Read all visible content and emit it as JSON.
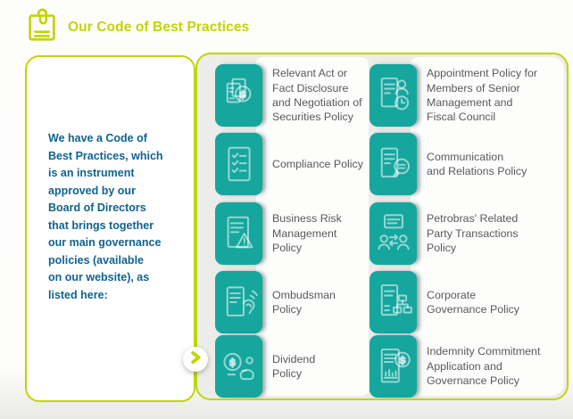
{
  "header": {
    "title": "Our Code of Best Practices",
    "icon": "clipboard-icon"
  },
  "intro": {
    "lines": [
      "We have a Code of",
      "Best Practices, which",
      "is an instrument",
      "approved by our",
      "Board of Directors",
      "that brings together",
      "our main governance",
      "policies (available",
      "on our website), as",
      "listed here:"
    ]
  },
  "chevron": {
    "icon": "chevron-right-icon"
  },
  "grid": {
    "items": [
      {
        "icon": "document-dollar-icon",
        "label": "Relevant Act or\nFact Disclosure\nand Negotiation of\nSecurities Policy"
      },
      {
        "icon": "checklist-icon",
        "label": "Compliance Policy"
      },
      {
        "icon": "document-warning-icon",
        "label": "Business Risk\nManagement Policy"
      },
      {
        "icon": "document-ear-icon",
        "label": "Ombudsman Policy"
      },
      {
        "icon": "coin-hand-icon",
        "label": "Dividend\nPolicy"
      },
      {
        "icon": "document-person-clock-icon",
        "label": "Appointment Policy for\nMembers of Senior\nManagement and\nFiscal Council"
      },
      {
        "icon": "document-speech-icon",
        "label": "Communication\nand Relations Policy"
      },
      {
        "icon": "people-exchange-icon",
        "label": "Petrobras' Related\nParty Transactions\nPolicy"
      },
      {
        "icon": "document-orgchart-icon",
        "label": "Corporate\nGovernance Policy"
      },
      {
        "icon": "document-dollar-chart-icon",
        "label": "Indemnity Commitment\nApplication and\nGovernance Policy"
      }
    ]
  },
  "colors": {
    "lime": "#c3d400",
    "teal": "#15a69e",
    "blue": "#0f6390",
    "label_gray": "#58595b"
  }
}
